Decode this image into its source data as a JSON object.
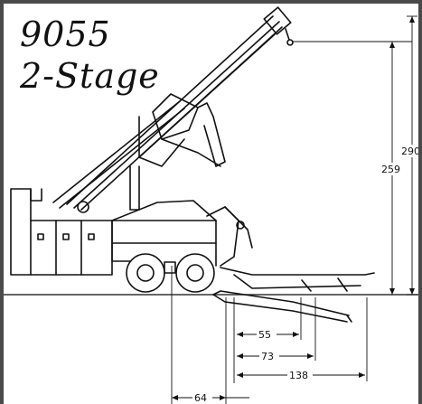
{
  "title": {
    "model": "9055",
    "variant": "2-Stage"
  },
  "dimensions": {
    "max_height_extended": "290",
    "max_height_retracted": "259",
    "reach_1": "55",
    "reach_2": "73",
    "reach_3": "138",
    "axle_offset": "64"
  },
  "colors": {
    "line": "#111111",
    "frame": "#4a4a4a",
    "ground": "#333333"
  }
}
